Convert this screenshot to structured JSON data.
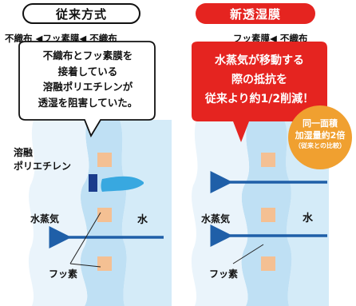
{
  "left": {
    "title": "従来方式",
    "layers": "不織布 ◀フッ素膜◀ 不織布",
    "bubble_lines": [
      "不織布とフッ素膜を",
      "接着している",
      "溶融ポリエチレンが",
      "透湿を阻害していた。"
    ],
    "label_pe_1": "溶融",
    "label_pe_2": "ポリエチレン",
    "label_vapor": "水蒸気",
    "label_water": "水",
    "label_fluorine": "フッ素"
  },
  "right": {
    "title": "新透湿膜",
    "layers": "フッ素膜◀ 不織布",
    "bubble_lines": [
      "水蒸気が移動する",
      "際の抵抗を",
      "従来より約1/2削減！"
    ],
    "badge_lines": [
      "同一面積",
      "加湿量約2倍",
      "（従来との比較）"
    ],
    "label_vapor": "水蒸気",
    "label_water": "水",
    "label_fluorine": "フッ素"
  },
  "colors": {
    "red": "#e52420",
    "orange": "#f0a030",
    "water_blue": "#d4ebf8",
    "membrane_blue": "#bfe0f4",
    "arrow_blue": "#1f5fa8",
    "fluorine_square": "#f4c093",
    "polyethylene": "#1a3c8c",
    "vapor_splash": "#38a8e0"
  }
}
